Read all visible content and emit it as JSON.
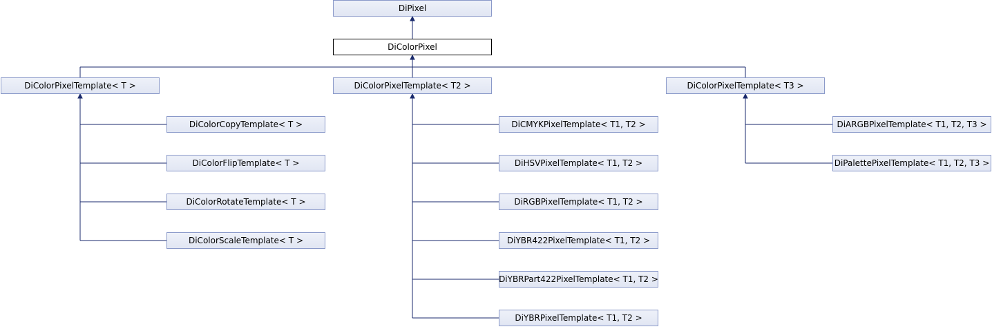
{
  "diagram": {
    "nodes": {
      "dipixel": "DiPixel",
      "dicolorpixel": "DiColorPixel",
      "tmpl_t": "DiColorPixelTemplate< T >",
      "tmpl_t2": "DiColorPixelTemplate< T2 >",
      "tmpl_t3": "DiColorPixelTemplate< T3 >",
      "copy": "DiColorCopyTemplate< T >",
      "flip": "DiColorFlipTemplate< T >",
      "rotate": "DiColorRotateTemplate< T >",
      "scale": "DiColorScaleTemplate< T >",
      "cmyk": "DiCMYKPixelTemplate< T1, T2 >",
      "hsv": "DiHSVPixelTemplate< T1, T2 >",
      "rgb": "DiRGBPixelTemplate< T1, T2 >",
      "ybr422": "DiYBR422PixelTemplate< T1, T2 >",
      "ybrpart422": "DiYBRPart422PixelTemplate< T1, T2 >",
      "ybr": "DiYBRPixelTemplate< T1, T2 >",
      "argb": "DiARGBPixelTemplate< T1, T2, T3 >",
      "palette": "DiPalettePixelTemplate< T1, T2, T3 >"
    },
    "colors": {
      "edge": "#1a2a6c",
      "node_border": "#8a99c9",
      "node_fill": "#e8ecf7"
    }
  }
}
